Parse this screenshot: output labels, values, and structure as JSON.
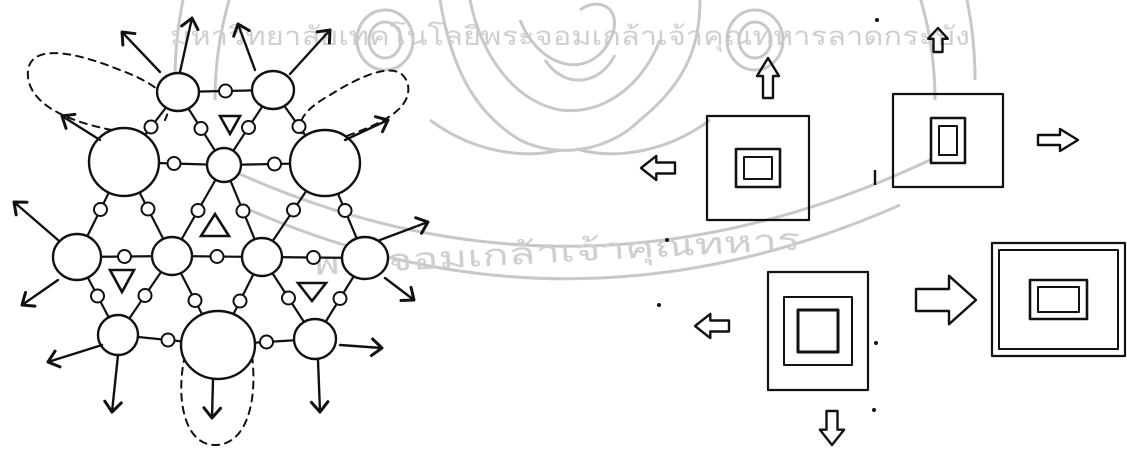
{
  "watermark": {
    "kind": "university-seal",
    "arc_text": "มหาวิทยาลัยเทคโนโลยีพระจอมเกล้าเจ้าคุณทหารลาดกระบัง",
    "band_text": "พระจอมเกล้าเจ้าคุณทหาร"
  },
  "colors": {
    "ink": "#111111",
    "watermark": "#c8c8c8",
    "background": "#ffffff"
  }
}
